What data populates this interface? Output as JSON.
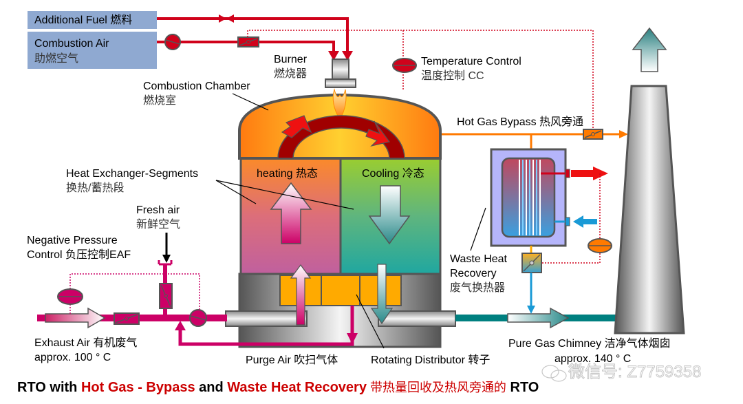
{
  "colors": {
    "fuel_line": "#d0021b",
    "exhaust_line": "#cc0066",
    "hot_gas_line": "#ff7a00",
    "clean_gas_line": "#008080",
    "water_line": "#1a9ad6",
    "title_red": "#cc0000"
  },
  "inputs": {
    "additional_fuel": "Additional Fuel 燃料",
    "combustion_air_en": "Combustion Air",
    "combustion_air_cn": "助燃空气"
  },
  "labels": {
    "burner_en": "Burner",
    "burner_cn": "燃烧器",
    "temperature_control_en": "Temperature Control",
    "temperature_control_cn": "温度控制 CC",
    "combustion_chamber_en": "Combustion Chamber",
    "combustion_chamber_cn": "燃烧室",
    "hot_gas_bypass": "Hot Gas Bypass 热风旁通",
    "heat_exchanger_en": "Heat Exchanger-Segments",
    "heat_exchanger_cn": "换热/蓄热段",
    "heating": "heating 热态",
    "cooling": "Cooling 冷态",
    "fresh_air_en": "Fresh air",
    "fresh_air_cn": "新鲜空气",
    "negative_pressure_1": "Negative Pressure",
    "negative_pressure_2": "Control 负压控制EAF",
    "waste_heat_1": "Waste Heat",
    "waste_heat_2": "Recovery",
    "waste_heat_cn": "废气换热器",
    "exhaust_air_1": "Exhaust Air 有机废气",
    "exhaust_air_2": "approx. 100 °  C",
    "purge_air": "Purge Air 吹扫气体",
    "rotating_distributor": "Rotating Distributor 转子",
    "pure_gas_chimney": "Pure Gas Chimney 洁净气体烟囱",
    "pure_gas_temp": "approx. 140 °  C"
  },
  "title": {
    "part1": "RTO with ",
    "part2": "Hot Gas - Bypass",
    "part3": " and ",
    "part4": "Waste Heat Recovery",
    "part5": " 带热量回收及热风旁通的",
    "part6": " RTO"
  },
  "watermark": "微信号: Z7759358"
}
